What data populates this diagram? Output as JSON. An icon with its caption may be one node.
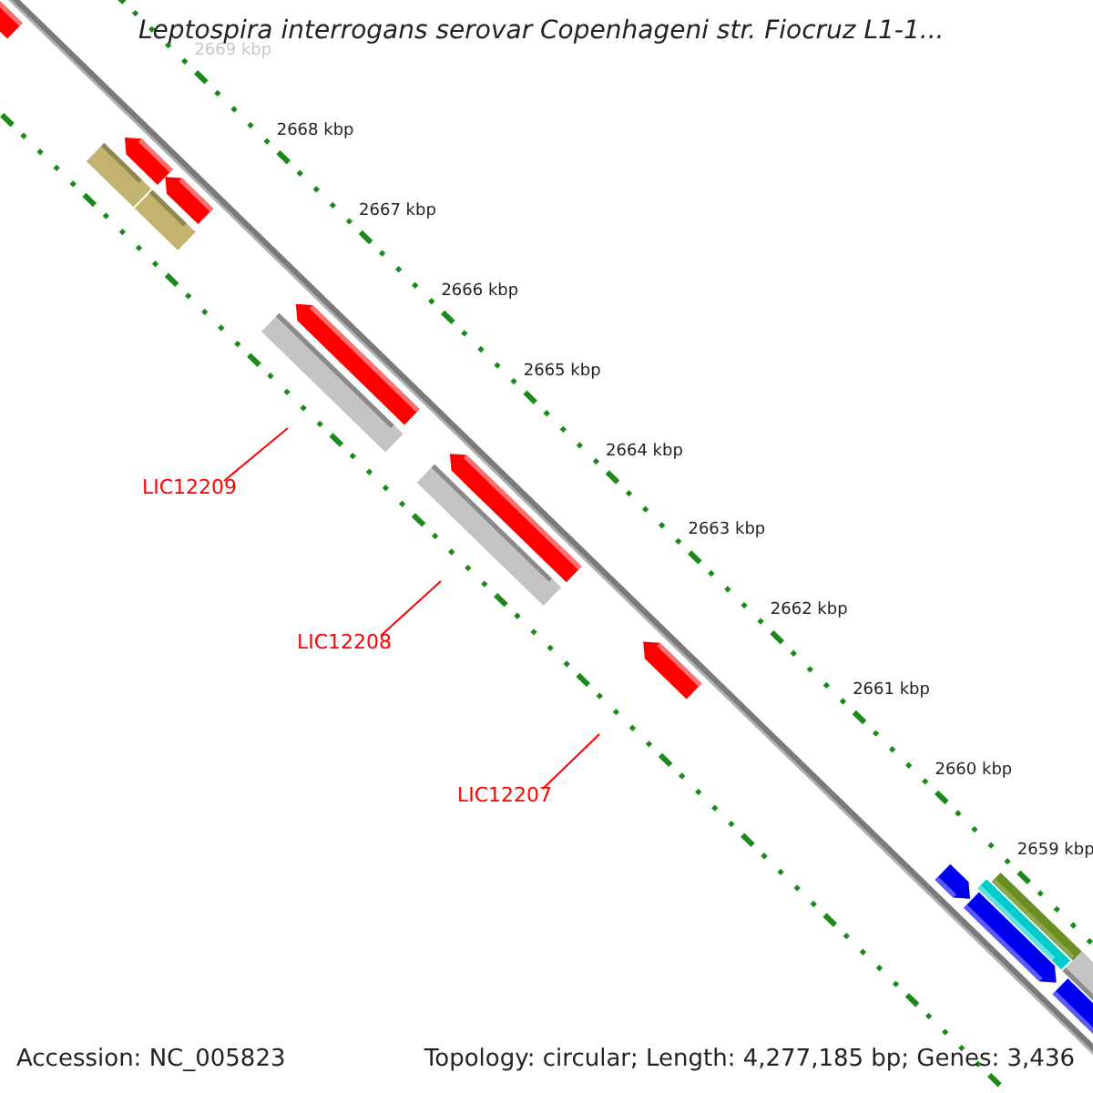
{
  "diagram": {
    "title": "Leptospira interrogans serovar Copenhageni str. Fiocruz L1-1...",
    "nodes": [
      {
        "text": [
          "LIC12209"
        ]
      },
      {
        "text": [
          "LIC12208"
        ]
      },
      {
        "text": [
          "LIC12207"
        ]
      }
    ],
    "edges": [
      {
        "from": 0,
        "to": null,
        "arrow": "none"
      },
      {
        "from": 1,
        "to": null,
        "arrow": "none"
      },
      {
        "from": 2,
        "to": null,
        "arrow": "none"
      }
    ],
    "labels": [
      "2669 kbp",
      "2668 kbp",
      "2667 kbp",
      "2666 kbp",
      "2665 kbp",
      "2664 kbp",
      "2663 kbp",
      "2662 kbp",
      "2661 kbp",
      "2660 kbp",
      "2659 kbp",
      "Accession: NC_005823",
      "Topology: circular; Length: 4,277,185 bp; Genes: 3,436"
    ]
  }
}
